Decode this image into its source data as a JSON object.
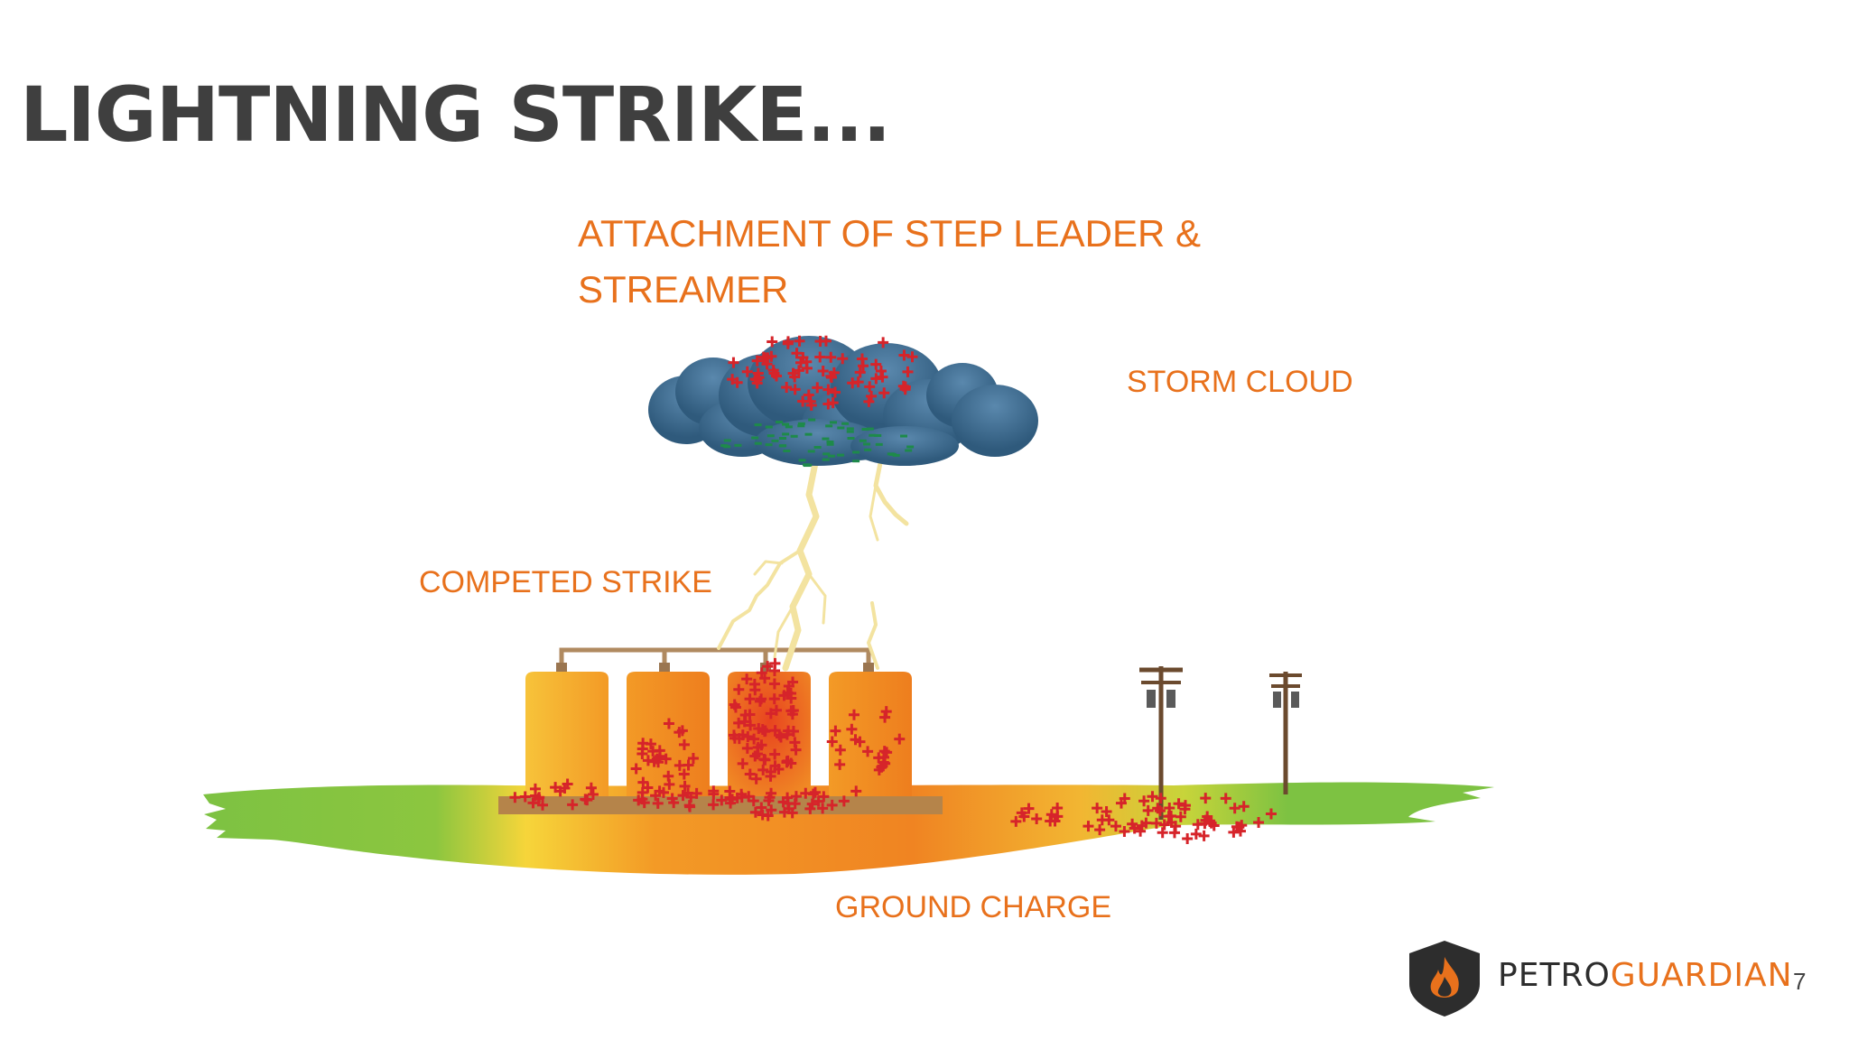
{
  "slide": {
    "title": "LIGHTNING STRIKE...",
    "page_number": "7"
  },
  "labels": {
    "attachment": "ATTACHMENT OF STEP LEADER & STREAMER",
    "storm_cloud": "STORM CLOUD",
    "strike": "COMPETED STRIKE",
    "ground_charge": "GROUND CHARGE"
  },
  "brand": {
    "name_part1": "PETRO",
    "name_part2": "GUARDIAN"
  },
  "colors": {
    "accent": "#e8711c",
    "title": "#3f3f3f",
    "cloud": "#3f6c8f",
    "ground_green": "#7dc242",
    "ground_orange": "#f08a24",
    "positive_charge": "#d6242a",
    "negative_charge": "#1e8a4a",
    "lightning": "#f3e3a0"
  }
}
